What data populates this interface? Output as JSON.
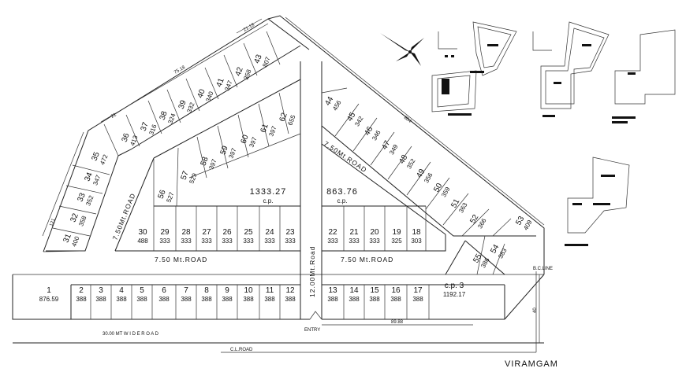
{
  "roads": {
    "road_750_lower_left": "7.50 Mt.ROAD",
    "road_750_lower_right": "7.50 Mt.ROAD",
    "road_750_diag_left": "7.50Mt.ROAD",
    "road_750_diag_right": "7.50Mt.ROAD",
    "road_1200": "12.00Mt.Road",
    "road_30": "30.00 MT W I D E  R O A D",
    "cl_road": "C.L.ROAD",
    "bc_line": "B.C.LINE",
    "entry": "ENTRY"
  },
  "dimensions": {
    "top_edge_a": "21.18",
    "top_edge_b": "75.18",
    "top_edge_c": "21",
    "left_edge": "121",
    "right_slope": "804",
    "bottom_span": "89.88",
    "right_offset": "40"
  },
  "place": "VIRAMGAM",
  "plots": [
    {
      "n": "1",
      "a": "876.59"
    },
    {
      "n": "2",
      "a": "388"
    },
    {
      "n": "3",
      "a": "388"
    },
    {
      "n": "4",
      "a": "388"
    },
    {
      "n": "5",
      "a": "388"
    },
    {
      "n": "6",
      "a": "388"
    },
    {
      "n": "7",
      "a": "388"
    },
    {
      "n": "8",
      "a": "388"
    },
    {
      "n": "9",
      "a": "388"
    },
    {
      "n": "10",
      "a": "388"
    },
    {
      "n": "11",
      "a": "388"
    },
    {
      "n": "12",
      "a": "388"
    },
    {
      "n": "13",
      "a": "388"
    },
    {
      "n": "14",
      "a": "388"
    },
    {
      "n": "15",
      "a": "388"
    },
    {
      "n": "16",
      "a": "388"
    },
    {
      "n": "17",
      "a": "388"
    },
    {
      "n": "c.p. 3",
      "a": "1192.17"
    },
    {
      "n": "18",
      "a": "303"
    },
    {
      "n": "19",
      "a": "325"
    },
    {
      "n": "20",
      "a": "333"
    },
    {
      "n": "21",
      "a": "333"
    },
    {
      "n": "22",
      "a": "333"
    },
    {
      "n": "23",
      "a": "333"
    },
    {
      "n": "24",
      "a": "333"
    },
    {
      "n": "25",
      "a": "333"
    },
    {
      "n": "26",
      "a": "333"
    },
    {
      "n": "27",
      "a": "333"
    },
    {
      "n": "28",
      "a": "333"
    },
    {
      "n": "29",
      "a": "333"
    },
    {
      "n": "30",
      "a": "488"
    },
    {
      "n": "31",
      "a": "400"
    },
    {
      "n": "32",
      "a": "358"
    },
    {
      "n": "33",
      "a": "352"
    },
    {
      "n": "34",
      "a": "347"
    },
    {
      "n": "35",
      "a": "472"
    },
    {
      "n": "36",
      "a": "413"
    },
    {
      "n": "37",
      "a": "316"
    },
    {
      "n": "38",
      "a": "324"
    },
    {
      "n": "39",
      "a": "332"
    },
    {
      "n": "40",
      "a": "340"
    },
    {
      "n": "41",
      "a": "347"
    },
    {
      "n": "42",
      "a": "358"
    },
    {
      "n": "43",
      "a": "807"
    },
    {
      "n": "44",
      "a": "456"
    },
    {
      "n": "45",
      "a": "342"
    },
    {
      "n": "46",
      "a": "346"
    },
    {
      "n": "47",
      "a": "349"
    },
    {
      "n": "48",
      "a": "352"
    },
    {
      "n": "49",
      "a": "356"
    },
    {
      "n": "50",
      "a": "359"
    },
    {
      "n": "51",
      "a": "363"
    },
    {
      "n": "52",
      "a": "366"
    },
    {
      "n": "53",
      "a": "409"
    },
    {
      "n": "54",
      "a": "383"
    },
    {
      "n": "55",
      "a": "386"
    },
    {
      "n": "56",
      "a": "527"
    },
    {
      "n": "57",
      "a": "529"
    },
    {
      "n": "58",
      "a": "397"
    },
    {
      "n": "59",
      "a": "397"
    },
    {
      "n": "60",
      "a": "397"
    },
    {
      "n": "61",
      "a": "397"
    },
    {
      "n": "62",
      "a": "655"
    }
  ],
  "common_plots": [
    {
      "area": "1333.27",
      "label": "c.p."
    },
    {
      "area": "863.76",
      "label": "c.p."
    }
  ]
}
